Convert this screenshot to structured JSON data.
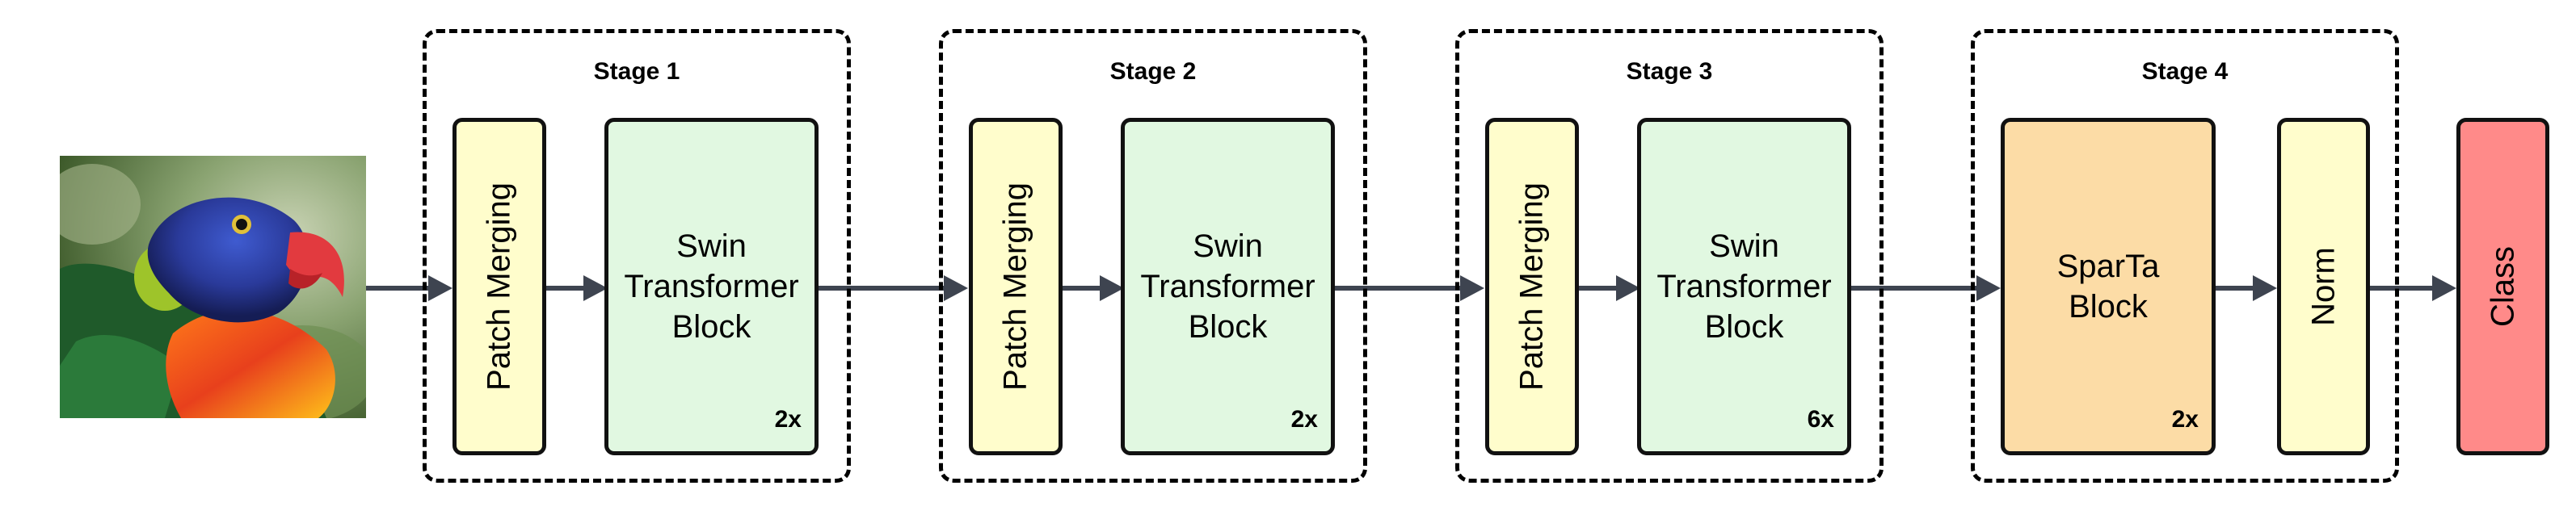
{
  "stages": [
    {
      "label": "Stage 1",
      "patch_label": "Patch Merging",
      "block_lines": [
        "Swin",
        "Transformer",
        "Block"
      ],
      "repeat": "2x"
    },
    {
      "label": "Stage 2",
      "patch_label": "Patch Merging",
      "block_lines": [
        "Swin",
        "Transformer",
        "Block"
      ],
      "repeat": "2x"
    },
    {
      "label": "Stage 3",
      "patch_label": "Patch Merging",
      "block_lines": [
        "Swin",
        "Transformer",
        "Block"
      ],
      "repeat": "6x"
    },
    {
      "label": "Stage 4",
      "block_lines": [
        "SparTa",
        "Block"
      ],
      "repeat": "2x",
      "norm_label": "Norm"
    }
  ],
  "output_label": "Class",
  "colors": {
    "patch_merging": "#FFFDCC",
    "swin_block": "#E1F8E1",
    "sparta_block": "#FCDCA6",
    "norm": "#FFFDCC",
    "class": "#FF8A89",
    "arrow": "#3E4450"
  },
  "input_image": {
    "subject": "parrot-photo"
  }
}
